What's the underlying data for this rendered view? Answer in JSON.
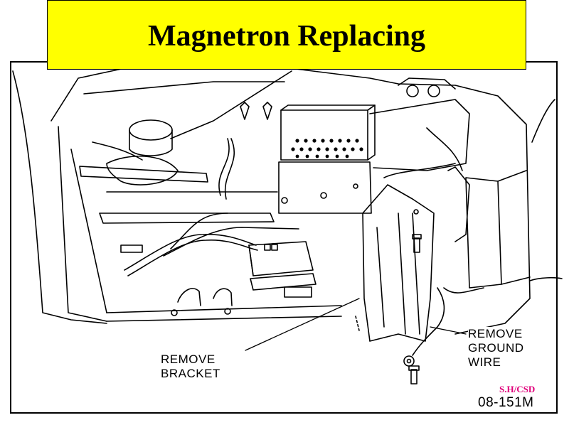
{
  "slide": {
    "title": "Magnetron Replacing",
    "title_color": "#000000",
    "title_bg": "#ffff00"
  },
  "diagram": {
    "callouts": {
      "bracket": [
        "REMOVE",
        "BRACKET"
      ],
      "ground": [
        "REMOVE",
        "GROUND",
        "WIRE"
      ]
    },
    "credit": "S.H/CSD",
    "credit_color": "#e0007a",
    "figure_number": "08-151M"
  }
}
